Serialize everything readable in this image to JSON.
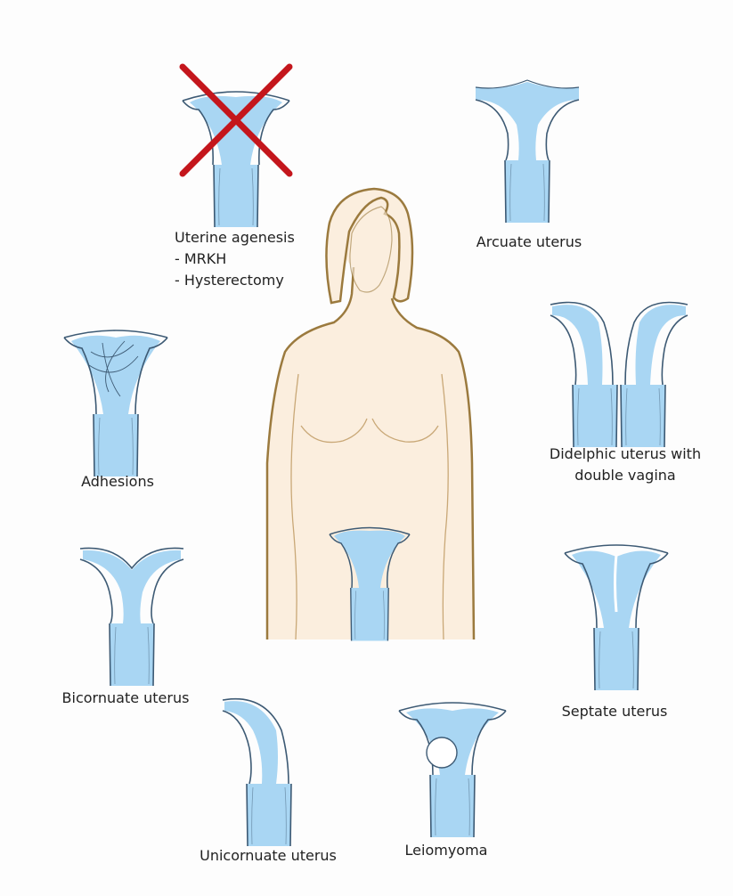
{
  "colors": {
    "tissue": "#a9d6f3",
    "outline": "#3d5a74",
    "skin": "#fbeede",
    "skin_outline": "#9b7a3e",
    "cross": "#c4161c"
  },
  "labels": {
    "agenesis": {
      "title": "Uterine agenesis",
      "line2": "- MRKH",
      "line3": "- Hysterectomy"
    },
    "arcuate": "Arcuate uterus",
    "adhesions": "Adhesions",
    "didelphic": {
      "line1": "Didelphic uterus with",
      "line2": "double vagina"
    },
    "bicornuate": "Bicornuate uterus",
    "septate": "Septate uterus",
    "unicornuate": "Unicornuate uterus",
    "leiomyoma": "Leiomyoma"
  }
}
